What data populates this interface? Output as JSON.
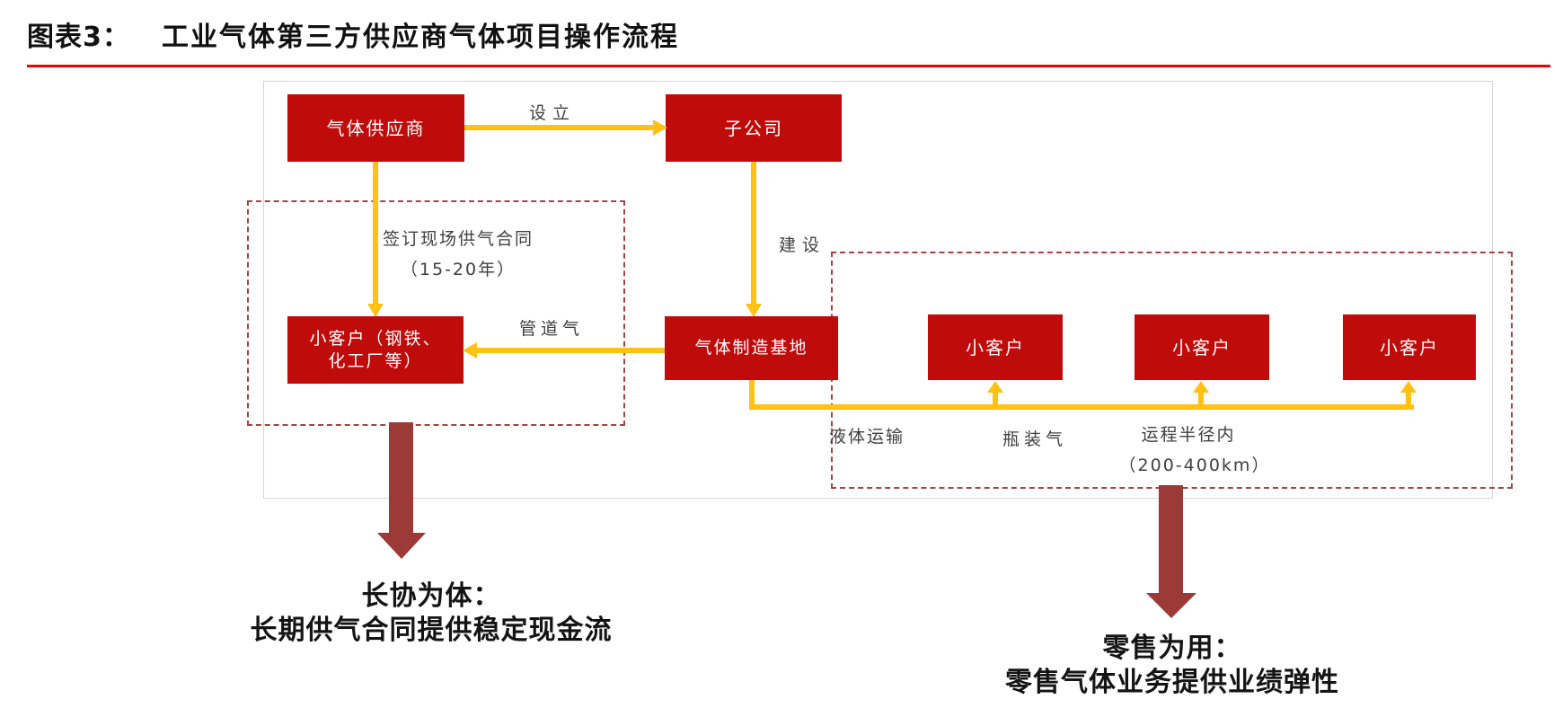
{
  "figure": {
    "label": "图表3：",
    "title": "工业气体第三方供应商气体项目操作流程"
  },
  "diagram": {
    "nodes": {
      "gas_supplier": "气体供应商",
      "subsidiary": "子公司",
      "onsite_customer": {
        "line1": "小客户（钢铁、",
        "line2": "化工厂等）"
      },
      "manufacturing_base": "气体制造基地",
      "retail_customers": [
        "小客户",
        "小客户",
        "小客户"
      ]
    },
    "edges": {
      "establish": "设立",
      "build": "建设",
      "onsite_contract": {
        "line1": "签订现场供气合同",
        "line2": "（15-20年）"
      },
      "pipeline_gas": "管道气",
      "liquid_transport": "液体运输",
      "bottled_gas": "瓶装气",
      "transport_radius": {
        "line1": "运程半径内",
        "line2": "（200-400km）"
      }
    },
    "callouts": {
      "long_term": {
        "line1": "长协为体：",
        "line2": "长期供气合同提供稳定现金流"
      },
      "retail": {
        "line1": "零售为用：",
        "line2": "零售气体业务提供业绩弹性"
      }
    }
  },
  "colors": {
    "node_red": "#c00b0b",
    "arrow_yellow": "#ffc113",
    "big_arrow_red": "#9c3a38",
    "dashed_border_red": "#a34442",
    "title_underline_red": "#f20000",
    "label_text": "#3f3f3f"
  }
}
